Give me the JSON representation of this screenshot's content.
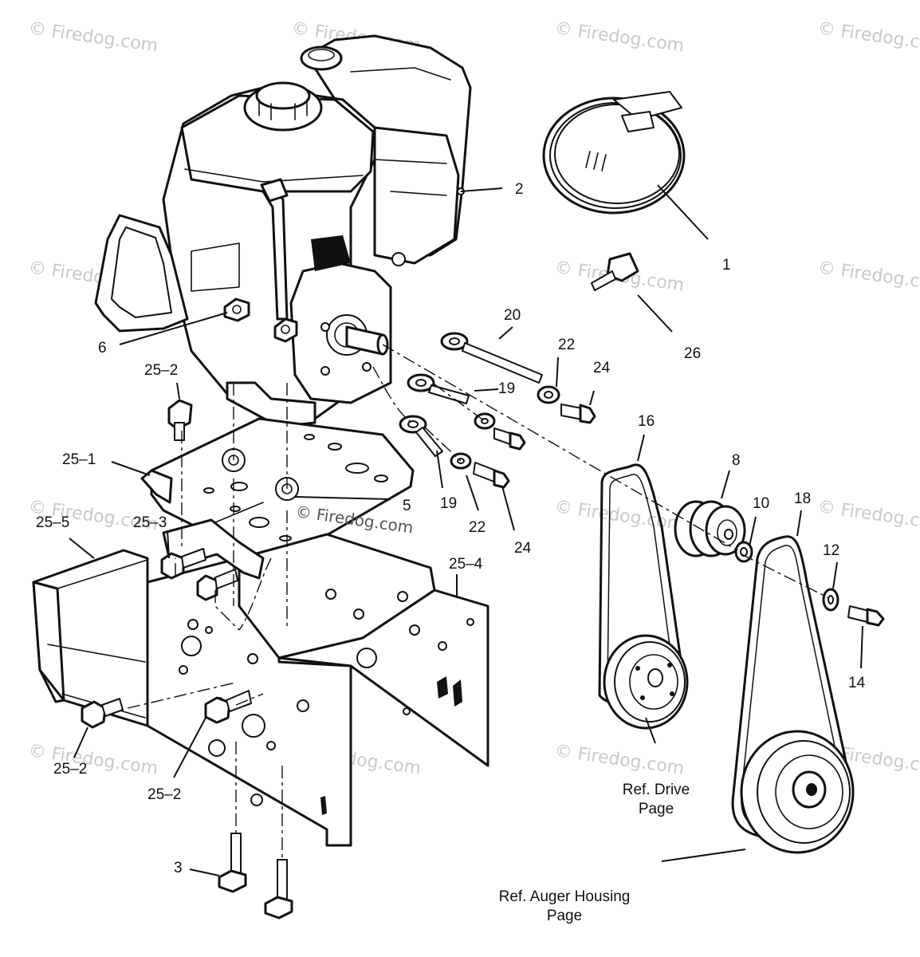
{
  "labels": {
    "p1": "1",
    "p2": "2",
    "p3": "3",
    "p5": "5",
    "p6": "6",
    "p8": "8",
    "p10": "10",
    "p12": "12",
    "p14": "14",
    "p16": "16",
    "p18": "18",
    "p19a": "19",
    "p19b": "19",
    "p20": "20",
    "p22a": "22",
    "p22b": "22",
    "p24a": "24",
    "p24b": "24",
    "p26": "26",
    "p25_1": "25–1",
    "p25_2a": "25–2",
    "p25_2b": "25–2",
    "p25_2c": "25–2",
    "p25_3": "25–3",
    "p25_4": "25–4",
    "p25_5": "25–5"
  },
  "references": {
    "drive_line1": "Ref. Drive",
    "drive_line2": "Page",
    "auger_line1": "Ref. Auger Housing",
    "auger_line2": "Page"
  },
  "watermark": {
    "text": "© Firedog.com",
    "center_text": "© Firedog.com"
  }
}
